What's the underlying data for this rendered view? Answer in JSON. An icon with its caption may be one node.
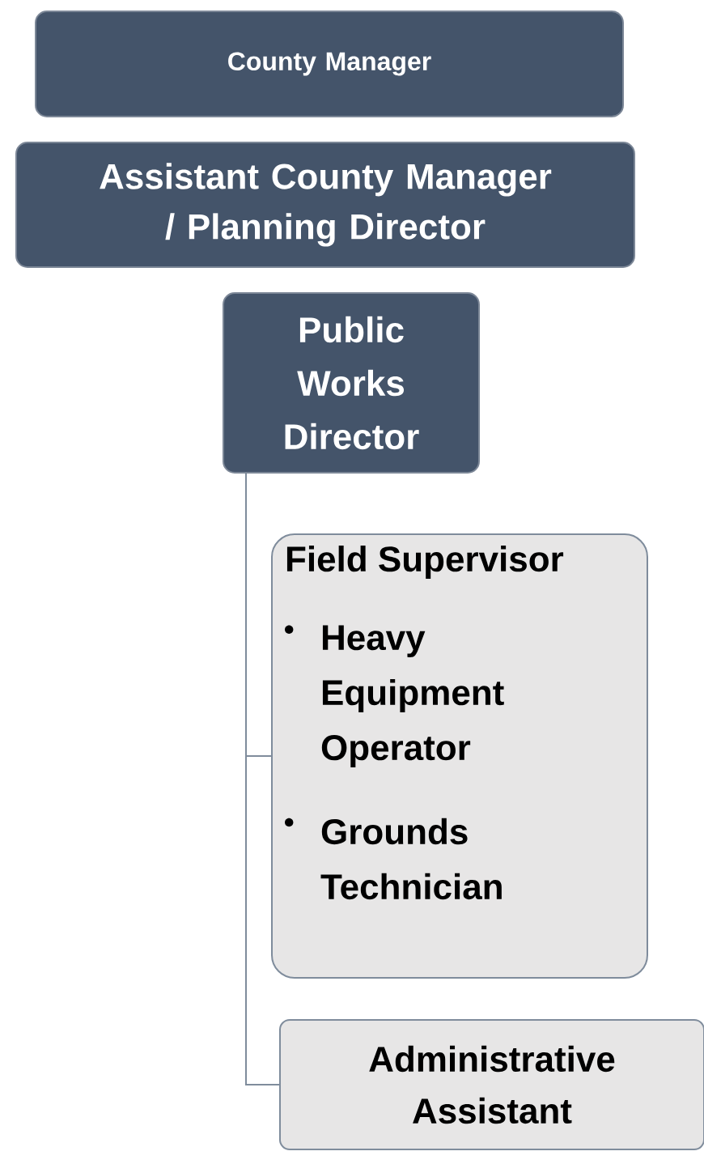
{
  "diagram": {
    "nodes": [
      {
        "text": [
          "County Manager"
        ]
      },
      {
        "text": [
          "Assistant County Manager / Planning Director"
        ]
      },
      {
        "text": [
          "Public Works Director"
        ]
      },
      {
        "text": [
          "Field Supervisor",
          "Heavy Equipment Operator",
          "Grounds Technician"
        ]
      },
      {
        "text": [
          "Administrative Assistant"
        ]
      }
    ],
    "edges": [
      {
        "from": 2,
        "to": 3,
        "arrow": "none"
      },
      {
        "from": 2,
        "to": 4,
        "arrow": "none"
      }
    ]
  }
}
